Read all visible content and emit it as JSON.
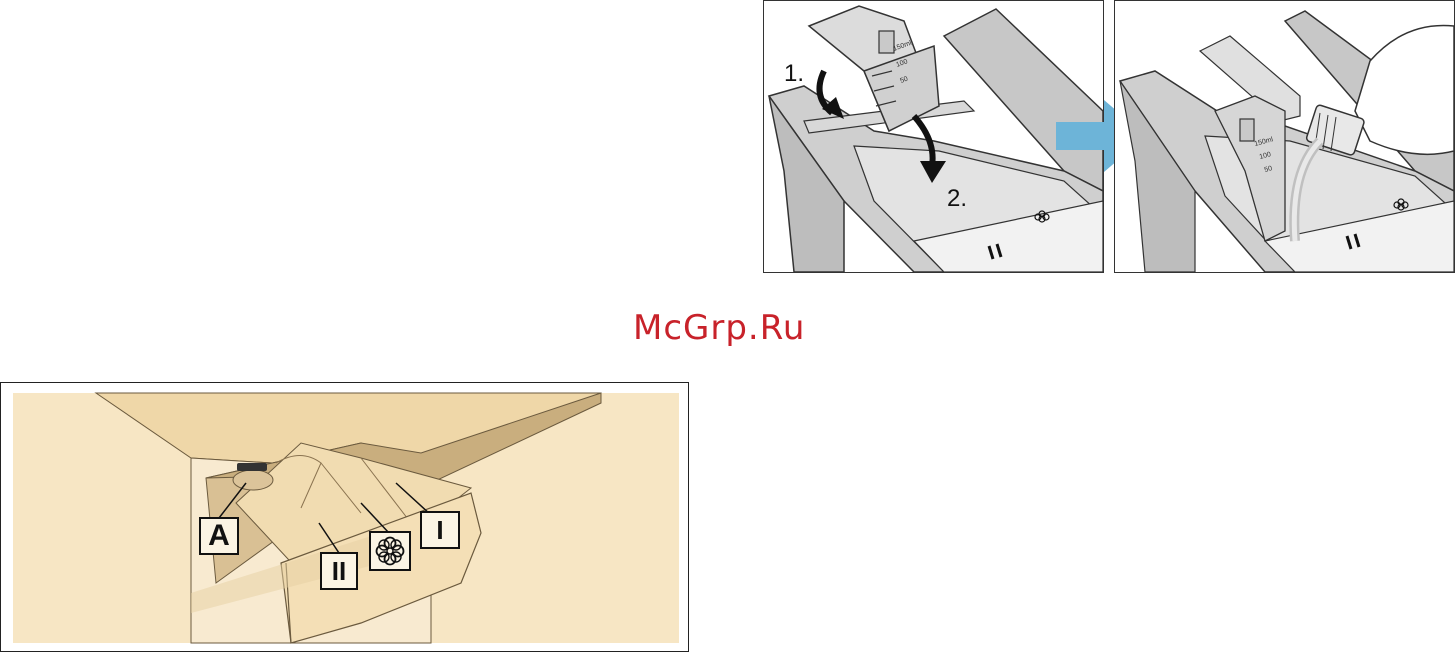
{
  "watermark": "McGrp.Ru",
  "step_diagram": {
    "steps": [
      "1.",
      "2."
    ],
    "scale_marks": [
      "150ml",
      "100",
      "50"
    ]
  },
  "pour_diagram": {
    "scale_marks": [
      "150ml",
      "100",
      "50"
    ]
  },
  "drawer_diagram": {
    "callouts": [
      "A",
      "II",
      "I"
    ],
    "softener_symbol": "flower-icon"
  },
  "colors": {
    "flow_arrow": "#6db4d8",
    "drawer_background": "#f7e6c4",
    "watermark": "#c8222a"
  }
}
